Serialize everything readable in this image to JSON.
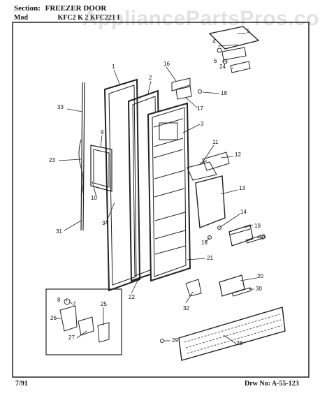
{
  "header": {
    "section_label": "Section:",
    "section_title": "FREEZER DOOR",
    "model_label": "Mod",
    "model_text": "KFC2 K   2 KFC221 I"
  },
  "watermark": "AppliancePartsPros.com",
  "footer": {
    "date": "7/91",
    "drawing_number": "Drw No: A-55-123"
  },
  "callouts": [
    "1",
    "2",
    "3",
    "4",
    "5",
    "6",
    "7",
    "8",
    "9",
    "10",
    "11",
    "12",
    "13",
    "14",
    "15",
    "16",
    "17",
    "18",
    "19",
    "20",
    "21",
    "22",
    "23",
    "24",
    "25",
    "26",
    "27",
    "28",
    "29",
    "30",
    "30",
    "31",
    "32",
    "33",
    "34"
  ]
}
